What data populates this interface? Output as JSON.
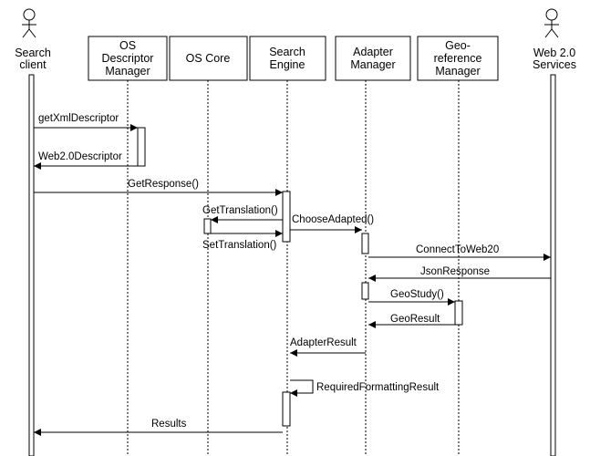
{
  "diagram": {
    "type": "sequence",
    "participants": [
      {
        "id": "search-client",
        "kind": "actor",
        "lines": [
          "Search",
          "client"
        ]
      },
      {
        "id": "os-descriptor-manager",
        "kind": "box",
        "lines": [
          "OS",
          "Descriptor",
          "Manager"
        ]
      },
      {
        "id": "os-core",
        "kind": "box",
        "lines": [
          "OS Core"
        ]
      },
      {
        "id": "search-engine",
        "kind": "box",
        "lines": [
          "Search",
          "Engine"
        ]
      },
      {
        "id": "adapter-manager",
        "kind": "box",
        "lines": [
          "Adapter",
          "Manager"
        ]
      },
      {
        "id": "georeference-manager",
        "kind": "box",
        "lines": [
          "Geo-",
          "reference",
          "Manager"
        ]
      },
      {
        "id": "web20-services",
        "kind": "actor",
        "lines": [
          "Web 2.0",
          "Services"
        ]
      }
    ],
    "messages": [
      {
        "label": "getXmlDescriptor",
        "from": "search-client",
        "to": "os-descriptor-manager",
        "style": "call"
      },
      {
        "label": "Web2.0Descriptor",
        "from": "os-descriptor-manager",
        "to": "search-client",
        "style": "call"
      },
      {
        "label": "GetResponse()",
        "from": "search-client",
        "to": "search-engine",
        "style": "call"
      },
      {
        "label": "GetTranslation()",
        "from": "search-engine",
        "to": "os-core",
        "style": "call"
      },
      {
        "label": "SetTranslation()",
        "from": "os-core",
        "to": "search-engine",
        "style": "call"
      },
      {
        "label": "ChooseAdapted()",
        "from": "search-engine",
        "to": "adapter-manager",
        "style": "call"
      },
      {
        "label": "ConnectToWeb20",
        "from": "adapter-manager",
        "to": "web20-services",
        "style": "call"
      },
      {
        "label": "JsonResponse",
        "from": "web20-services",
        "to": "adapter-manager",
        "style": "return"
      },
      {
        "label": "GeoStudy()",
        "from": "adapter-manager",
        "to": "georeference-manager",
        "style": "call"
      },
      {
        "label": "GeoResult",
        "from": "georeference-manager",
        "to": "adapter-manager",
        "style": "call"
      },
      {
        "label": "AdapterResult",
        "from": "adapter-manager",
        "to": "search-engine",
        "style": "return"
      },
      {
        "label": "RequiredFormattingResult",
        "from": "search-engine",
        "to": "search-engine",
        "style": "self"
      },
      {
        "label": "Results",
        "from": "search-engine",
        "to": "search-client",
        "style": "return"
      }
    ]
  }
}
